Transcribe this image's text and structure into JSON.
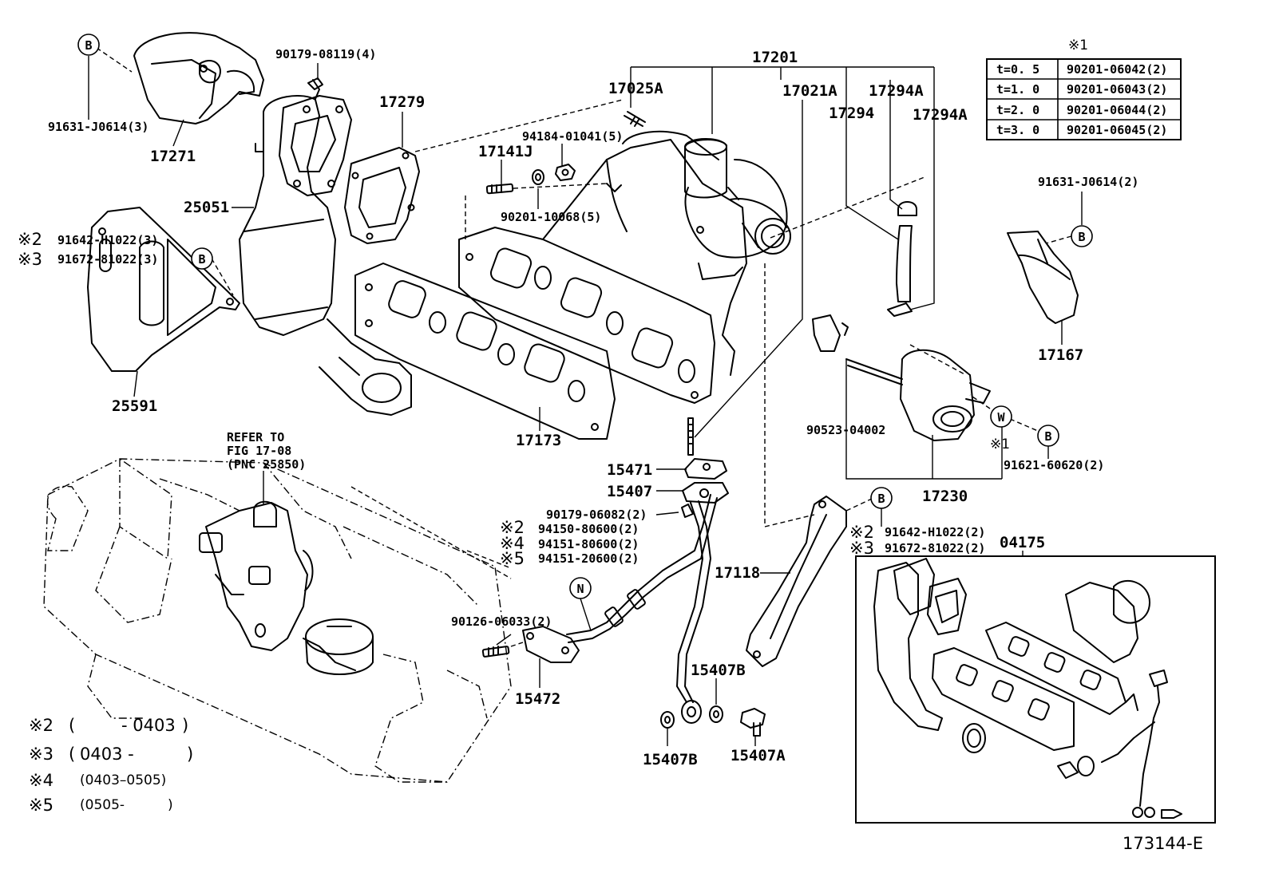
{
  "labels": {
    "p17201": "17201",
    "p17025A": "17025A",
    "p17021A": "17021A",
    "p17294A_1": "17294A",
    "p17294": "17294",
    "p17294A_2": "17294A",
    "p90179_08119": "90179-08119(4)",
    "p91631_J0614_3": "91631-J0614(3)",
    "p17271": "17271",
    "p17279": "17279",
    "p94184": "94184-01041(5)",
    "p17141J": "17141J",
    "p90201_10068": "90201-10068(5)",
    "p25051": "25051",
    "p91642_H1022_3": "91642-H1022(3)",
    "p91672_81022_3": "91672-81022(3)",
    "p25591": "25591",
    "p17173": "17173",
    "p91631_J0614_2": "91631-J0614(2)",
    "p17167": "17167",
    "p90523": "90523-04002",
    "p91621": "91621-60620(2)",
    "p17230": "17230",
    "p15471": "15471",
    "p15407": "15407",
    "p90179_06082": "90179-06082(2)",
    "p94150": "94150-80600(2)",
    "p94151_80600": "94151-80600(2)",
    "p94151_20600": "94151-20600(2)",
    "p90126": "90126-06033(2)",
    "p15472": "15472",
    "p17118": "17118",
    "p91642_H1022_2": "91642-H1022(2)",
    "p91672_81022_2": "91672-81022(2)",
    "p04175": "04175",
    "p15407B_1": "15407B",
    "p15407B_2": "15407B",
    "p15407A": "15407A",
    "refer1": "REFER TO",
    "refer2": "FIG 17-08",
    "refer3": "(PNC 25850)",
    "fig_code": "173144-E"
  },
  "markers": {
    "m2": "※2",
    "m3": "※3",
    "m4": "※4",
    "m5": "※5",
    "m1": "※1"
  },
  "circles": {
    "b": "B",
    "w": "W",
    "n": "N"
  },
  "shim_table": {
    "title": "※1",
    "rows": [
      {
        "t": "t=0. 5",
        "part": "90201-06042(2)"
      },
      {
        "t": "t=1. 0",
        "part": "90201-06043(2)"
      },
      {
        "t": "t=2. 0",
        "part": "90201-06044(2)"
      },
      {
        "t": "t=3. 0",
        "part": "90201-06045(2)"
      }
    ]
  },
  "legend": [
    {
      "mark": "※2",
      "open": "(",
      "range": "-  0403",
      "close": ")"
    },
    {
      "mark": "※3",
      "open": "(",
      "range": "0403 -",
      "close": ")"
    },
    {
      "mark": "※4",
      "open": "",
      "range": "(0403–0505)",
      "close": ""
    },
    {
      "mark": "※5",
      "open": "",
      "range": "(0505-",
      "close": ")"
    }
  ]
}
